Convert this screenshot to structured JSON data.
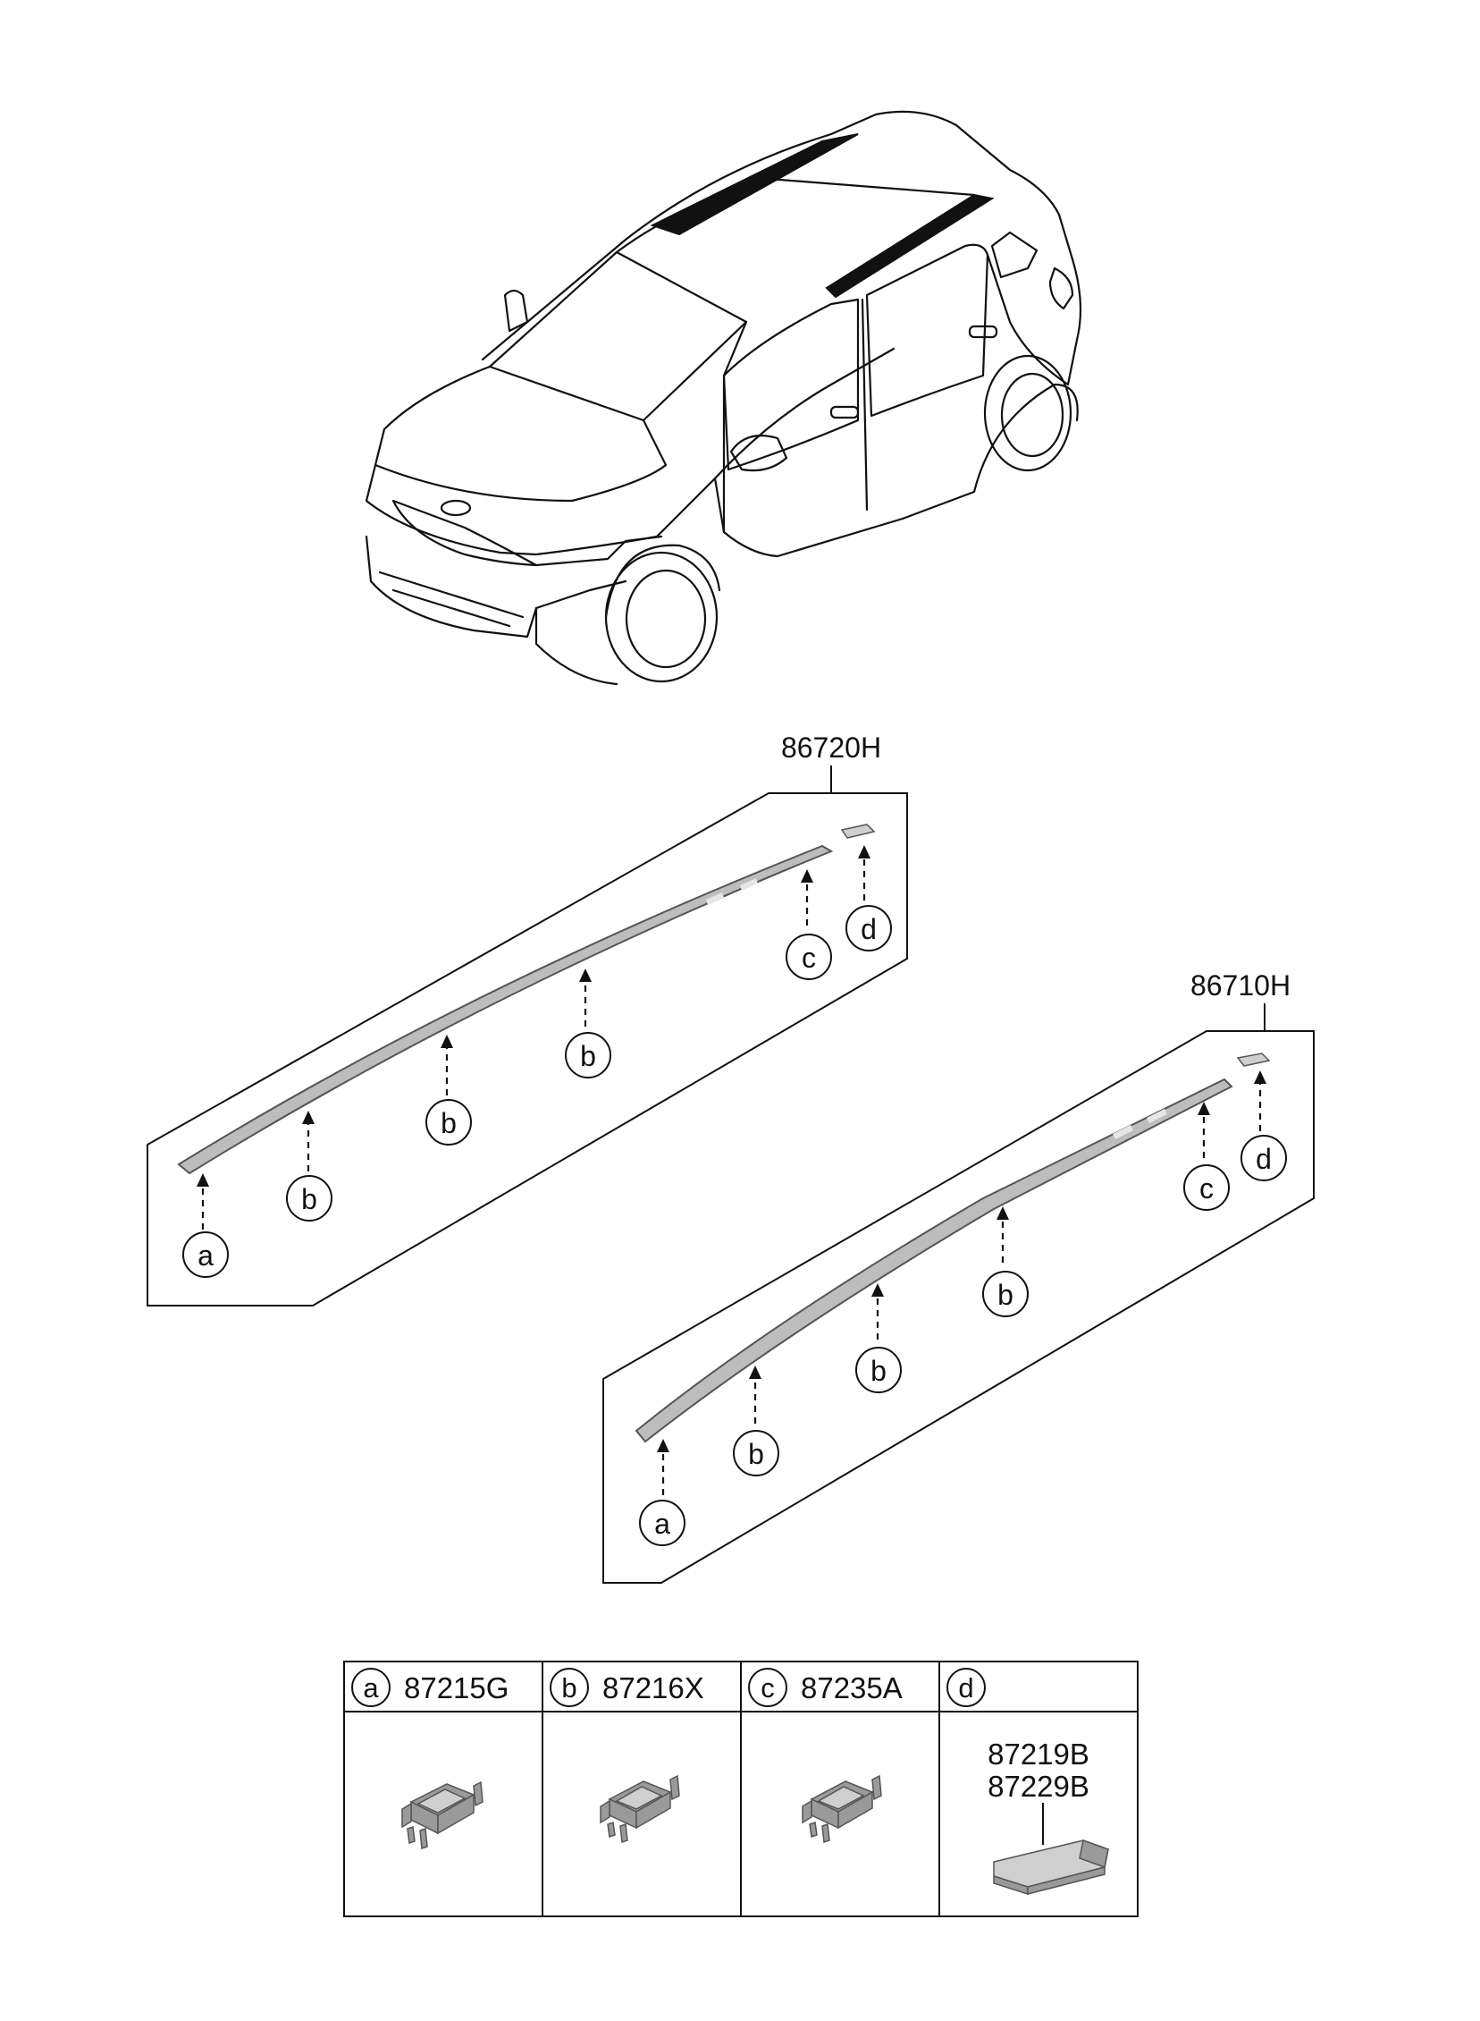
{
  "assemblies": [
    {
      "part_no": "86720H",
      "callouts": [
        "a",
        "b",
        "b",
        "b",
        "c",
        "d"
      ]
    },
    {
      "part_no": "86710H",
      "callouts": [
        "a",
        "b",
        "b",
        "b",
        "c",
        "d"
      ]
    }
  ],
  "legend": [
    {
      "letter": "a",
      "part_no": "87215G",
      "parts": []
    },
    {
      "letter": "b",
      "part_no": "87216X",
      "parts": []
    },
    {
      "letter": "c",
      "part_no": "87235A",
      "parts": []
    },
    {
      "letter": "d",
      "part_no": "",
      "parts": [
        "87219B",
        "87229B"
      ]
    }
  ]
}
